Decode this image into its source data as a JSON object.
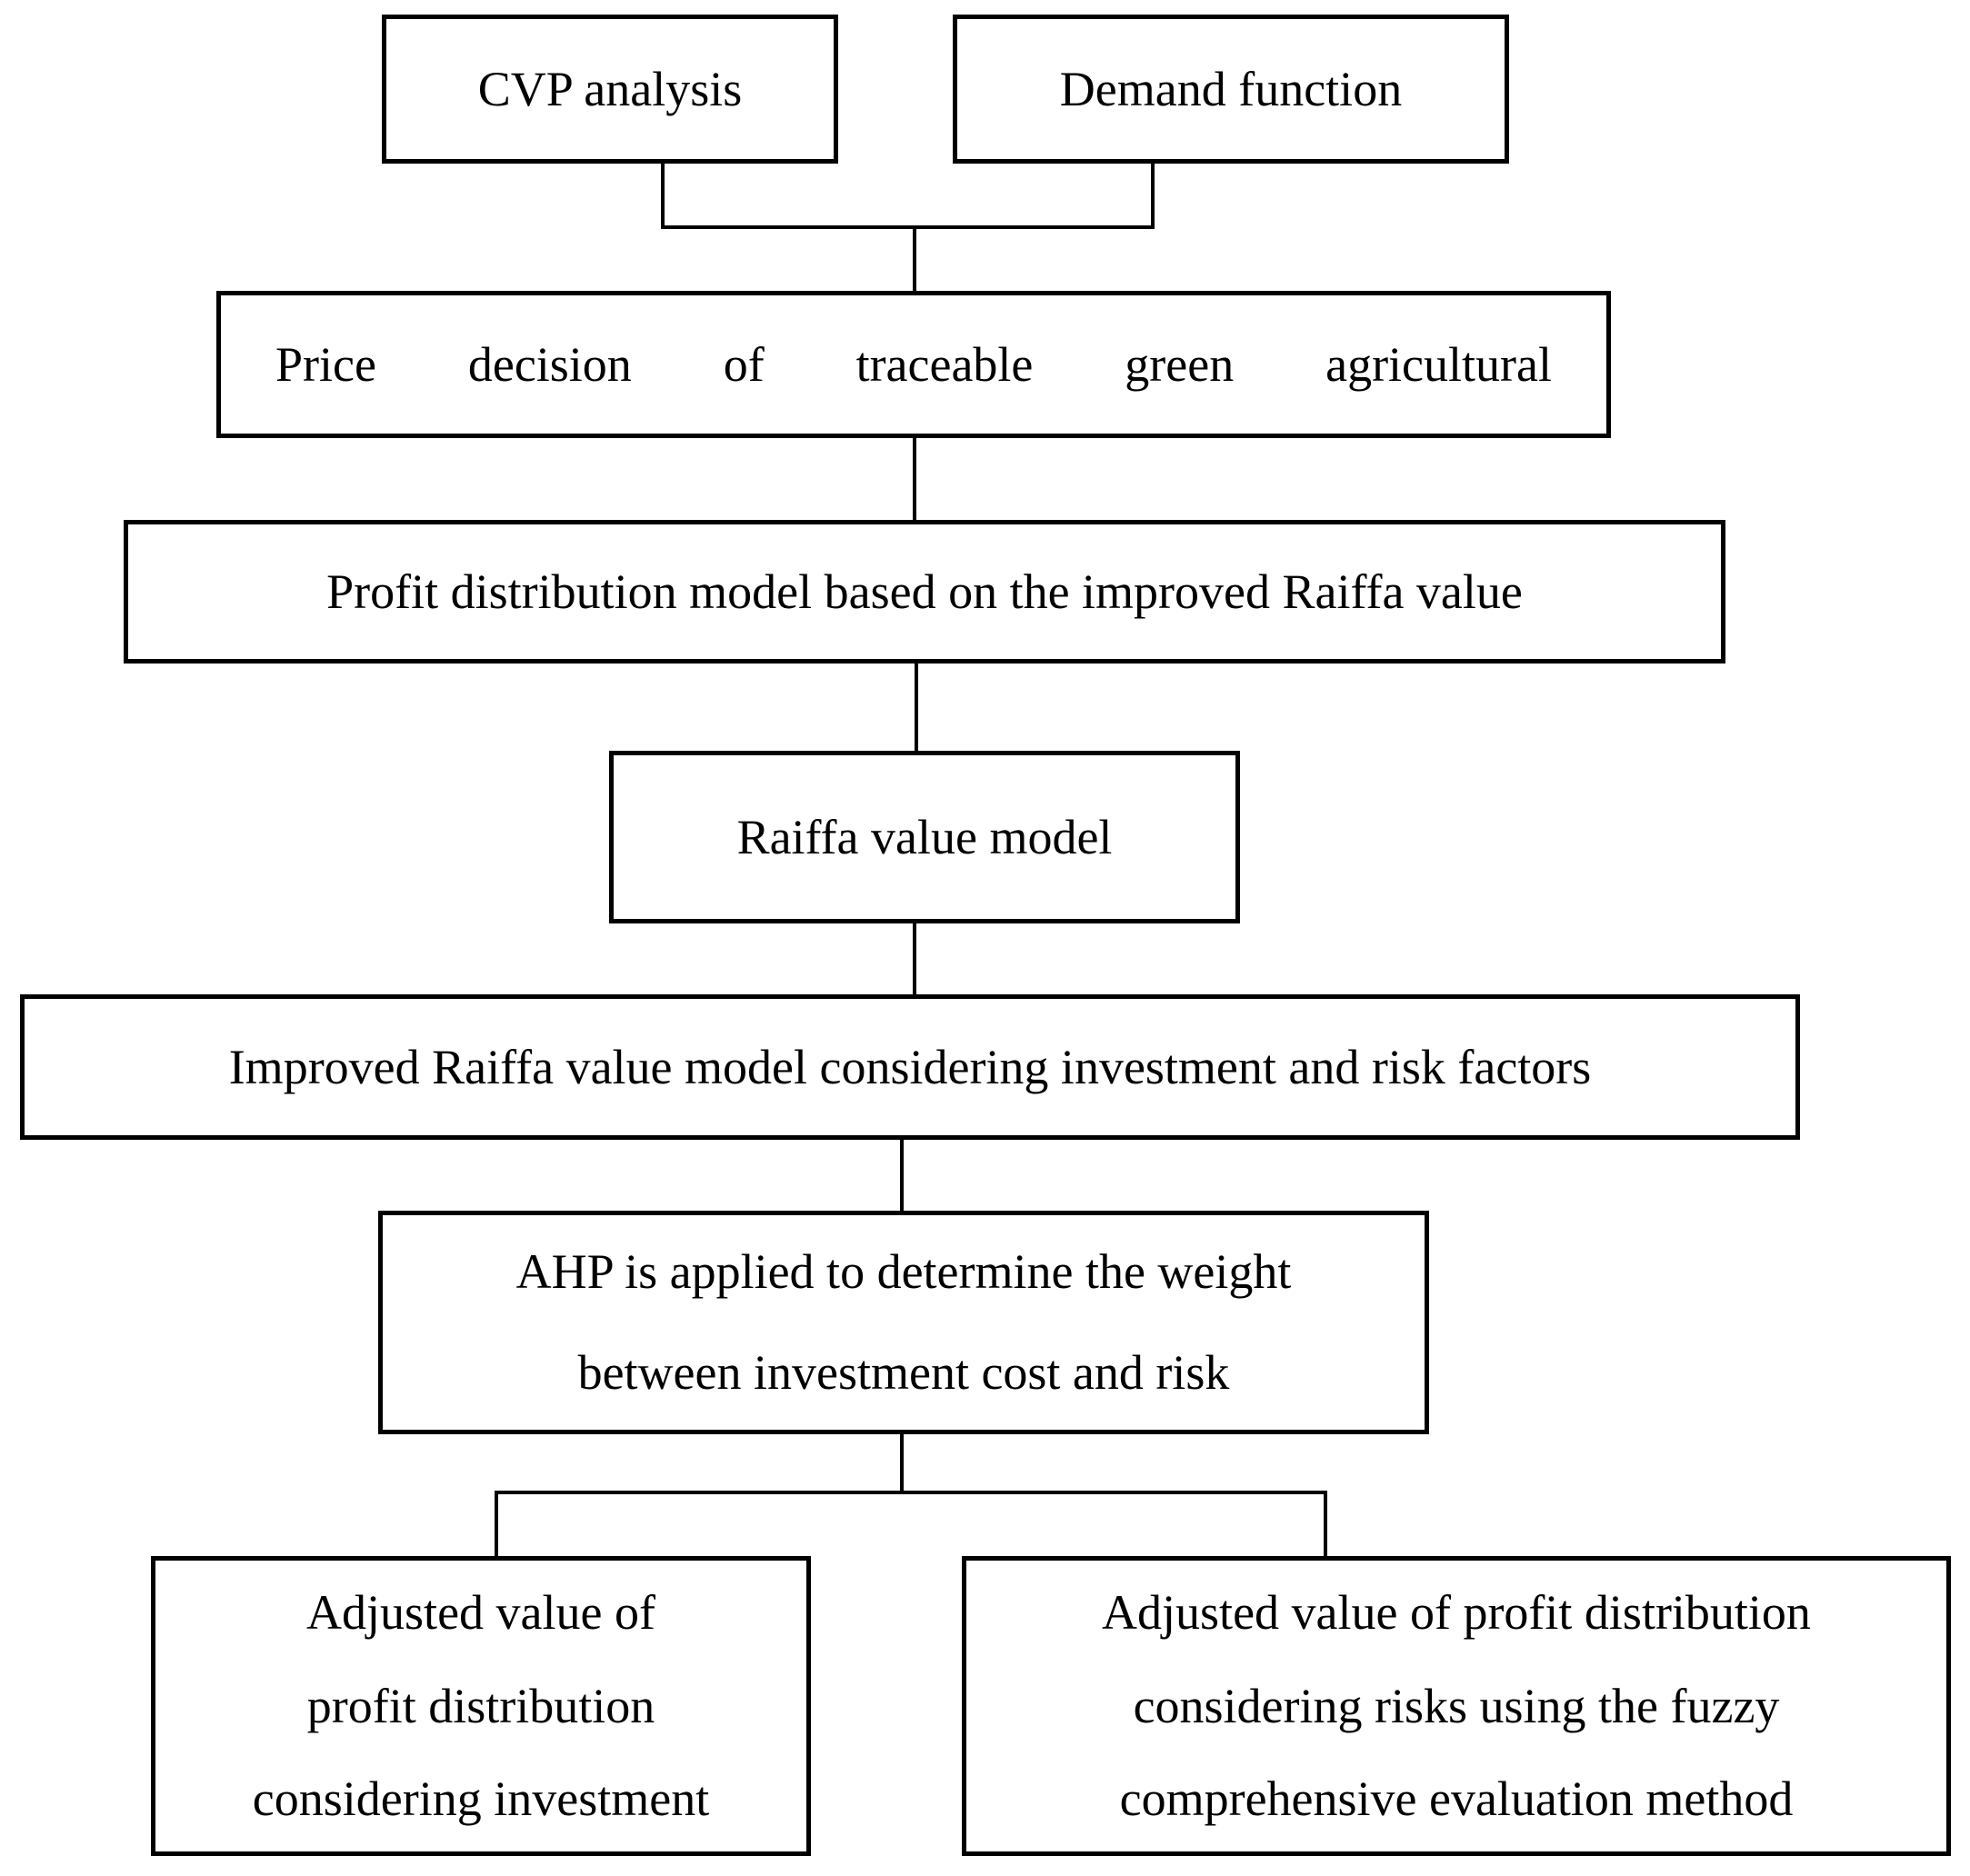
{
  "figure": {
    "type": "flowchart",
    "background_color": "#ffffff",
    "line_color": "#000000",
    "text_color": "#000000",
    "boxes": {
      "cvp": {
        "label": "CVP analysis"
      },
      "demand": {
        "label": "Demand function"
      },
      "price_decision": {
        "label": "Price decision of traceable green agricultural"
      },
      "profit_distribution_model": {
        "label": "Profit distribution model based on the improved Raiffa value"
      },
      "raiffa_value_model": {
        "label": "Raiffa value model"
      },
      "improved_raiffa": {
        "label": "Improved Raiffa value model considering investment and risk factors"
      },
      "ahp_weight": {
        "lines": [
          "AHP is applied to determine the weight",
          "between investment cost and risk"
        ]
      },
      "adjusted_investment": {
        "lines": [
          "Adjusted value of",
          "profit distribution",
          "considering investment"
        ]
      },
      "adjusted_risk": {
        "lines": [
          "Adjusted value of profit distribution",
          "considering risks using the fuzzy",
          "comprehensive evaluation method"
        ]
      }
    }
  }
}
